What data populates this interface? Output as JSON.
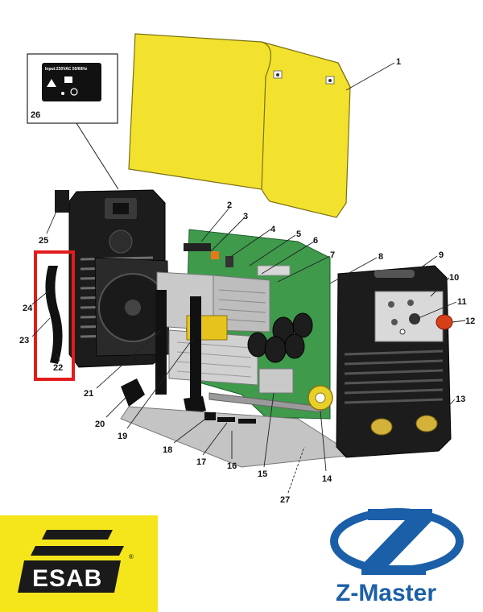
{
  "inset": {
    "label_line": "Input:230VAC 50/60Hz",
    "number": "26"
  },
  "callouts": [
    "1",
    "2",
    "3",
    "4",
    "5",
    "6",
    "7",
    "8",
    "9",
    "10",
    "11",
    "12",
    "13",
    "14",
    "15",
    "16",
    "17",
    "18",
    "19",
    "20",
    "21",
    "22",
    "23",
    "24",
    "25",
    "27"
  ],
  "brand": {
    "esab_text": "ESAB",
    "esab_reg": "®",
    "zmaster_text": "Z-Master",
    "esab_yellow": "#f5e61c",
    "zmaster_blue": "#1b5fa8"
  },
  "colors": {
    "cover_yellow": "#f2e22e",
    "pcb_green": "#3f9a4c",
    "frame_black": "#1c1c1c",
    "highlight_red": "#e21b1b",
    "heatsink_gray": "#bdbdbd"
  }
}
